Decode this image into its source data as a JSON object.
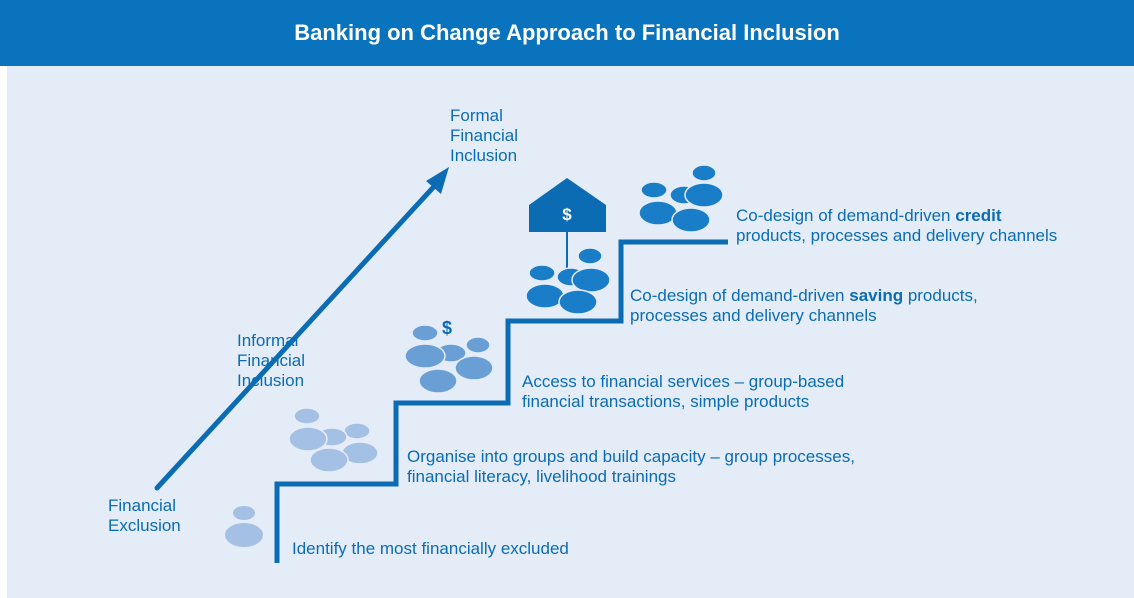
{
  "header": {
    "title": "Banking on Change Approach to Financial Inclusion"
  },
  "arrow_labels": {
    "exclusion": [
      "Financial",
      "Exclusion"
    ],
    "informal": [
      "Informal",
      "Financial",
      "Inclusion"
    ],
    "formal": [
      "Formal",
      "Financial",
      "Inclusion"
    ]
  },
  "steps": [
    {
      "line1": "Identify the most financially excluded",
      "line2": ""
    },
    {
      "line1": "Organise into groups and build capacity – group processes,",
      "line2": "financial literacy, livelihood trainings"
    },
    {
      "line1": "Access to financial services – group-based",
      "line2": "financial transactions, simple products"
    },
    {
      "line1_pre": "Co-design of demand-driven ",
      "line1_bold": "saving",
      "line1_post": " products,",
      "line2": "processes and delivery channels"
    },
    {
      "line1_pre": "Co-design of demand-driven ",
      "line1_bold": "credit",
      "line2": "products, processes and delivery channels"
    }
  ],
  "icons": {
    "dollar_sign": "$"
  },
  "colors": {
    "header": "#0a73be",
    "panel": "#e4ecf7",
    "primary": "#0b6cb3",
    "light_people": "#a4c0e4",
    "mid_people": "#6a9fd6",
    "dark_people": "#1a7dc8"
  }
}
